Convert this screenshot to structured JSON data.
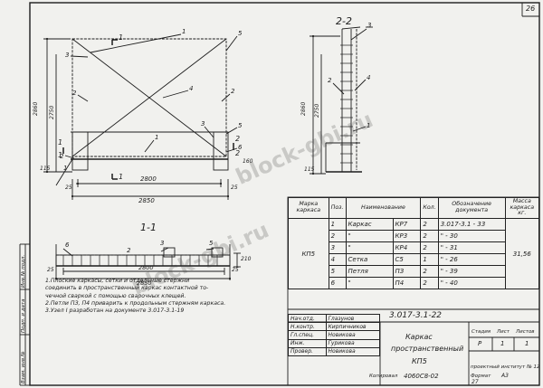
{
  "sheet_number": "26",
  "section_labels": {
    "section_2_2": "2-2",
    "section_1_1": "1-1"
  },
  "cut_marks": {
    "top": "1",
    "bottom": "1",
    "left_top": "1",
    "left_bottom": "1",
    "right_a": "2",
    "right_b": "2"
  },
  "callouts": {
    "elevation": [
      "1",
      "5",
      "3",
      "4",
      "2",
      "1",
      "2",
      "5",
      "1",
      "3",
      "2",
      "6"
    ],
    "section_2_2": [
      "3",
      "4",
      "1",
      "2"
    ],
    "section_1_1": [
      "6",
      "3",
      "5",
      "2"
    ]
  },
  "dimensions": {
    "elevation_height_outer": "2860",
    "elevation_height_inner": "2750",
    "elevation_bottom_left": "115",
    "elevation_bottom_right": "160",
    "elevation_edge_left": "25",
    "elevation_edge_right": "25",
    "elevation_inner_width": "2800",
    "elevation_overall_width": "2850",
    "section22_height_outer": "2860",
    "section22_height_inner": "2750",
    "section22_bottom": "115",
    "section11_edge_left": "25",
    "section11_edge_right": "25",
    "section11_inner_width": "2800",
    "section11_overall_width": "2850",
    "section11_height": "210"
  },
  "notes": [
    "1.Плоские каркасы, сетки и отдельные стержни",
    "соединить в пространственный каркас контактной то-",
    "чечной сваркой с помощью сварочных клещей.",
    "2.Петли ПЗ, П4 приварить к продольным стержням каркаса.",
    "3.Узел I разработан на документе 3.017-3.1-19"
  ],
  "spec_table": {
    "headers": {
      "assembly": "Марка каркаса",
      "pos": "Поз.",
      "name": "Наименование",
      "qty": "Кол.",
      "doc": "Обозначение документа",
      "mass": "Масса каркаса кг."
    },
    "assembly_mark": "КП5",
    "total_mass": "31,56",
    "rows": [
      {
        "pos": "1",
        "name": "Каркас",
        "mark": "КР7",
        "qty": "2",
        "doc": "3.017-3.1 - 33"
      },
      {
        "pos": "2",
        "name": "\"",
        "mark": "КР3",
        "qty": "2",
        "doc": "\" - 30"
      },
      {
        "pos": "3",
        "name": "\"",
        "mark": "КР4",
        "qty": "2",
        "doc": "\" - 31"
      },
      {
        "pos": "4",
        "name": "Сетка",
        "mark": "С5",
        "qty": "1",
        "doc": "\" - 26"
      },
      {
        "pos": "5",
        "name": "Петля",
        "mark": "ПЗ",
        "qty": "2",
        "doc": "\" - 39"
      },
      {
        "pos": "6",
        "name": "\"",
        "mark": "П4",
        "qty": "2",
        "doc": "\" - 40"
      }
    ]
  },
  "title_block": {
    "document_code": "3.017-3.1-22",
    "title_line1": "Каркас",
    "title_line2": "пространственный",
    "title_line3": "КП5",
    "stage_label": "Стадия",
    "stage_value": "Р",
    "sheet_label": "Лист",
    "sheet_value": "1",
    "sheets_label": "Листов",
    "sheets_value": "1",
    "organization": "проектный институт № 12",
    "signatures": [
      {
        "role": "Нач.отд.",
        "name": "Глазунов"
      },
      {
        "role": "Н.контр.",
        "name": "Кирпичников"
      },
      {
        "role": "Гл.спец.",
        "name": "Новикова"
      },
      {
        "role": "Инж.",
        "name": "Гурикова"
      },
      {
        "role": "Провер.",
        "name": "Новикова"
      }
    ],
    "copied_label": "Копировал",
    "copied_value": "4060C8-02",
    "format_label": "Формат",
    "format_value": "А3",
    "bottom_stamp": "27"
  },
  "side_strip": [
    "Инв.№ подл.",
    "Подп. и дата",
    "Взам. инв.№"
  ],
  "watermarks": [
    "block-gbi.ru",
    "block-gbi.ru"
  ]
}
